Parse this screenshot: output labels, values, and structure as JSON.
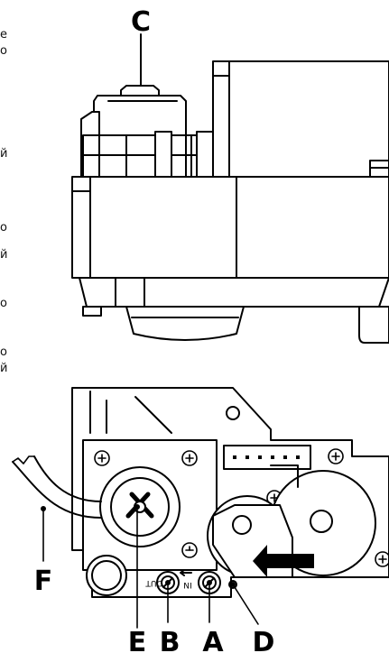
{
  "left_text_fragments": [
    "е",
    "о",
    "й",
    "о",
    "й",
    "о",
    "о",
    "й"
  ],
  "callouts": {
    "c": "C",
    "f": "F",
    "e": "E",
    "b": "B",
    "a": "A",
    "d": "D"
  },
  "valve_marks": {
    "out": "OUT",
    "in": "IN"
  }
}
